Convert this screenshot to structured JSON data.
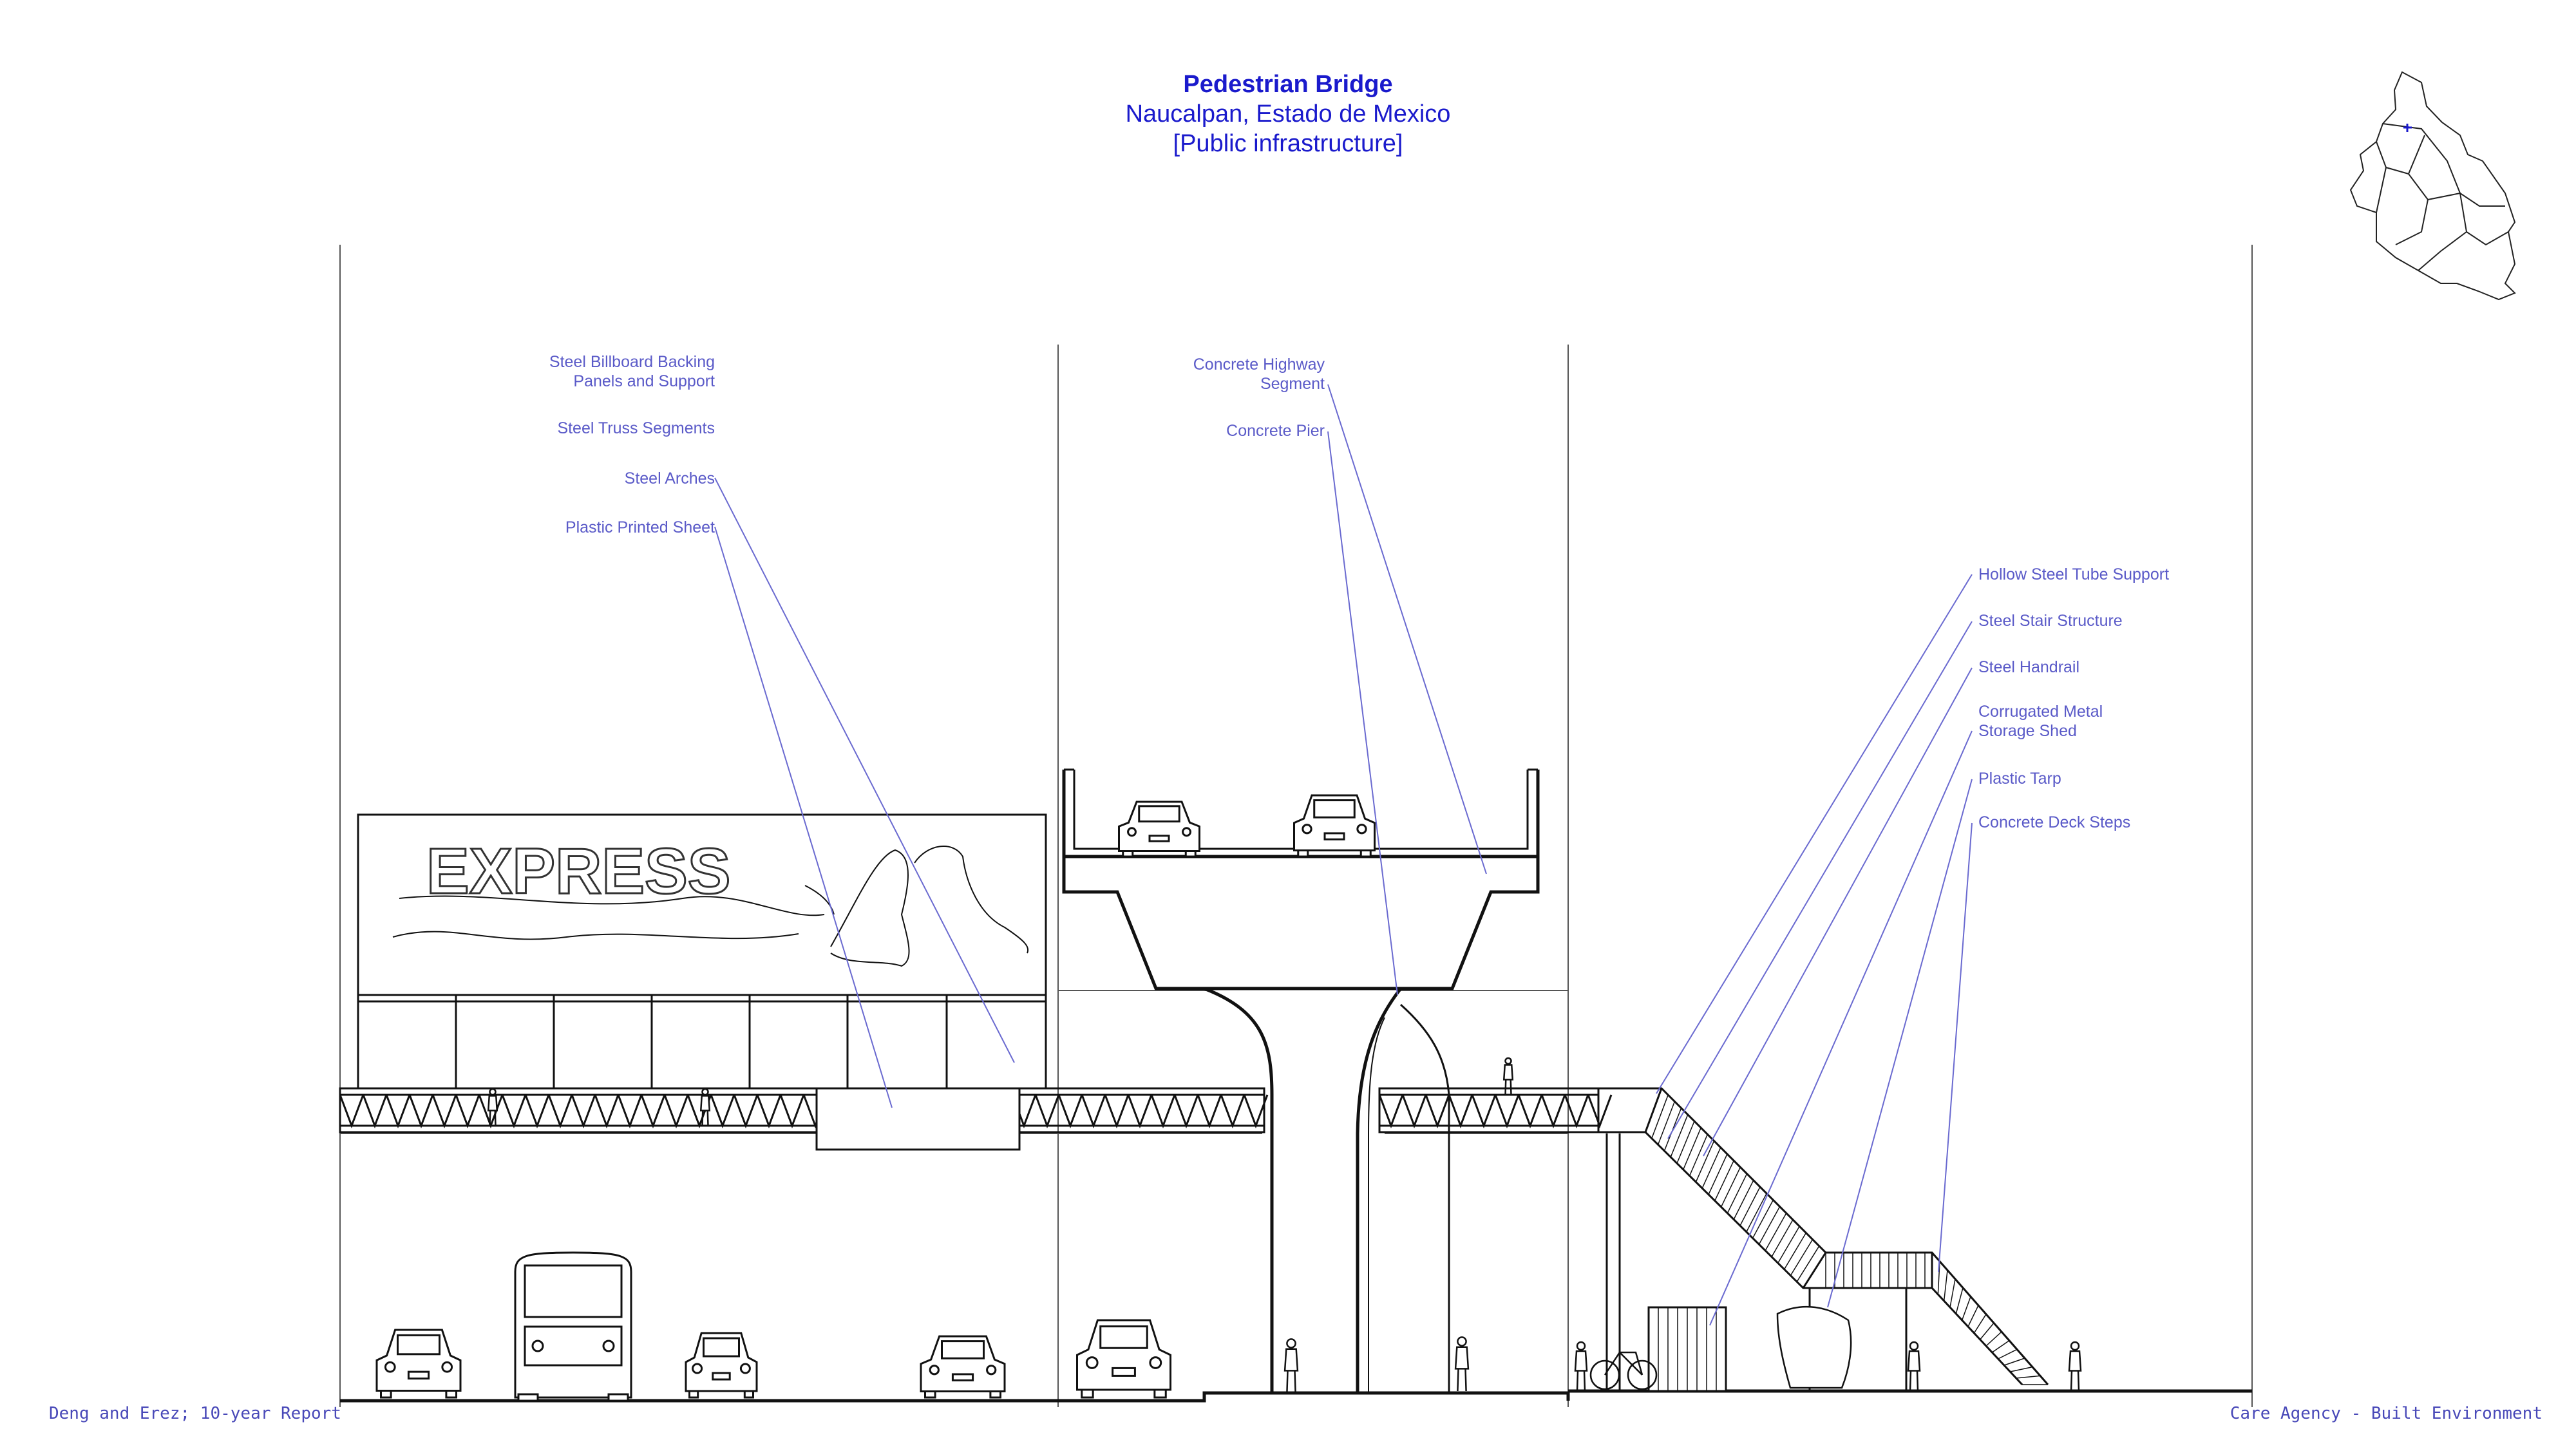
{
  "header": {
    "title": "Pedestrian Bridge",
    "location": "Naucalpan, Estado de Mexico",
    "category": "[Public infrastructure]"
  },
  "billboard": {
    "text": "EXPRESS"
  },
  "labels_left": [
    "Steel Billboard Backing\nPanels and Support",
    "Steel Truss Segments",
    "Steel Arches",
    "Plastic Printed Sheet"
  ],
  "labels_center": [
    "Concrete Highway\nSegment",
    "Concrete Pier"
  ],
  "labels_right": [
    "Hollow Steel Tube Support",
    "Steel Stair Structure",
    "Steel Handrail",
    "Corrugated Metal\nStorage Shed",
    "Plastic Tarp",
    "Concrete Deck Steps"
  ],
  "footer": {
    "left": "Deng and Erez; 10-year Report",
    "right": "Care Agency - Built Environment"
  },
  "colors": {
    "ink": "#111111",
    "title": "#1a1acc",
    "leader": "#6a6ad0",
    "label": "#5a5ac8"
  }
}
